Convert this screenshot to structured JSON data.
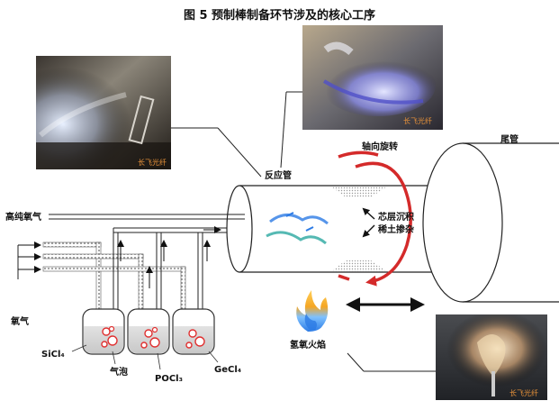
{
  "title": "图 5 预制棒制备环节涉及的核心工序",
  "labels": {
    "reaction_tube": "反应管",
    "axial_rotation": "轴向旋转",
    "tail_pipe": "尾管",
    "high_purity_oxygen": "高纯氧气",
    "deposition_line1": "芯层沉积",
    "deposition_line2": "稀土掺杂",
    "oxygen": "氧气",
    "sicl4": "SiCl₄",
    "bubbles": "气泡",
    "pocl3": "POCl₃",
    "gecl4": "GeCl₄",
    "hydrogen_oxygen_flame": "氢氧火焰",
    "watermark": "长飞光纤"
  },
  "colors": {
    "rotation_arrow": "#d42a2a",
    "flame_orange": "#f5a623",
    "flame_blue": "#2c7be5",
    "pipe_dot": "#888888"
  }
}
